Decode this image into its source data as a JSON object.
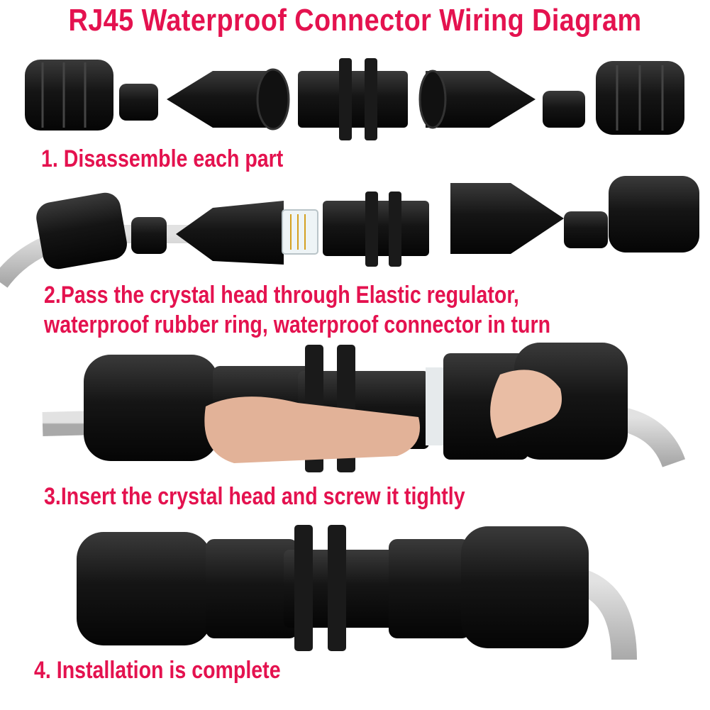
{
  "title": "RJ45 Waterproof Connector Wiring Diagram",
  "accent_color": "#e4124f",
  "steps": [
    {
      "label": "1. Disassemble each part"
    },
    {
      "label": "2.Pass the crystal head through Elastic regulator,",
      "label2": "waterproof rubber ring, waterproof connector in turn"
    },
    {
      "label": "3.Insert the crystal head and screw it tightly"
    },
    {
      "label": "4. Installation is complete"
    }
  ],
  "icons": [
    "nut-cap-icon",
    "rubber-ring-icon",
    "gland-body-icon",
    "bulkhead-icon",
    "rj45-plug-icon",
    "cable-icon",
    "hand-icon"
  ]
}
